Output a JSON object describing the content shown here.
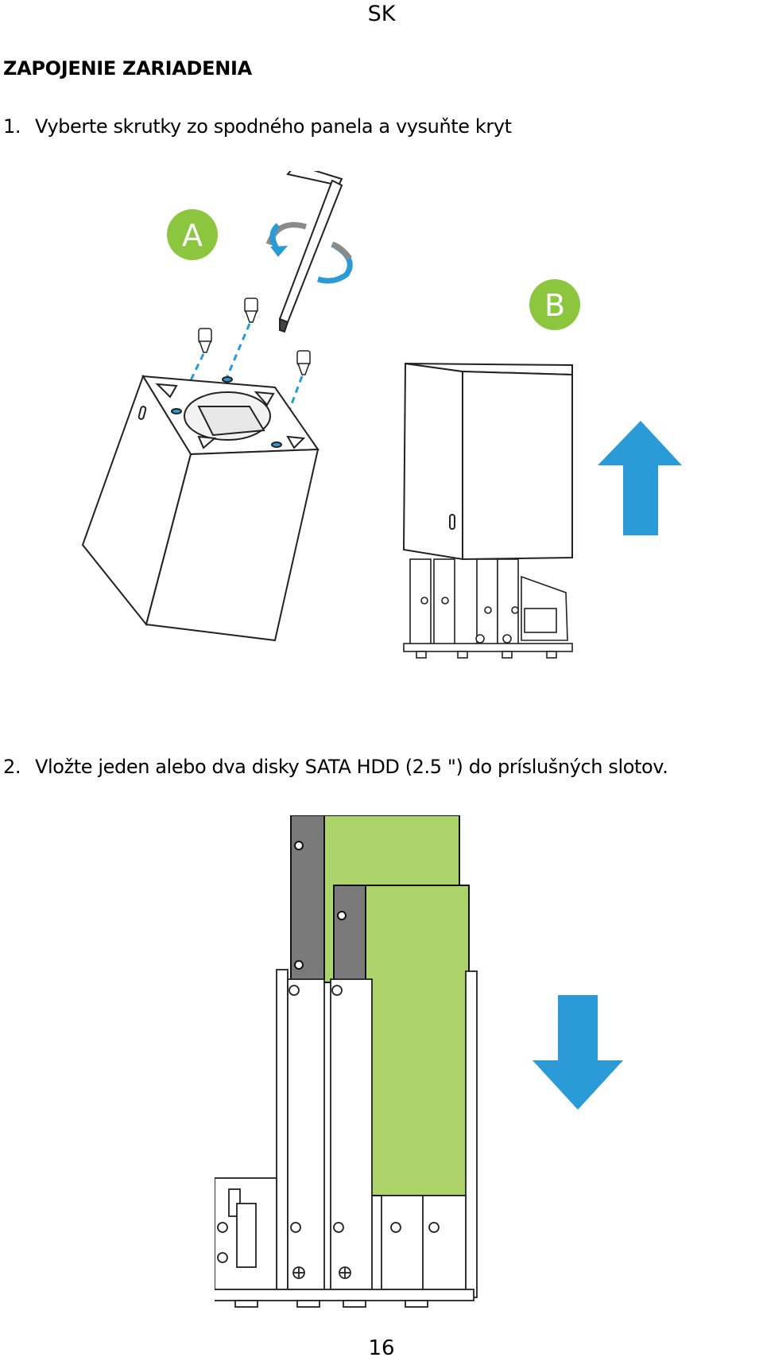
{
  "header": {
    "lang": "SK"
  },
  "section_title": "ZAPOJENIE ZARIADENIA",
  "steps": [
    {
      "number": "1.",
      "text": "Vyberte skrutky zo spodného panela a vysuňte kryt"
    },
    {
      "number": "2.",
      "text": "Vložte jeden alebo dva disky SATA HDD (2.5 \") do príslušných slotov."
    }
  ],
  "figure1": {
    "badge_a": "A",
    "badge_b": "B"
  },
  "colors": {
    "badge": "#8cc63f",
    "arrow": "#2a9bd7",
    "hdd_green": "#add46a",
    "hdd_grey": "#7a7a7a"
  },
  "page_number": "16"
}
